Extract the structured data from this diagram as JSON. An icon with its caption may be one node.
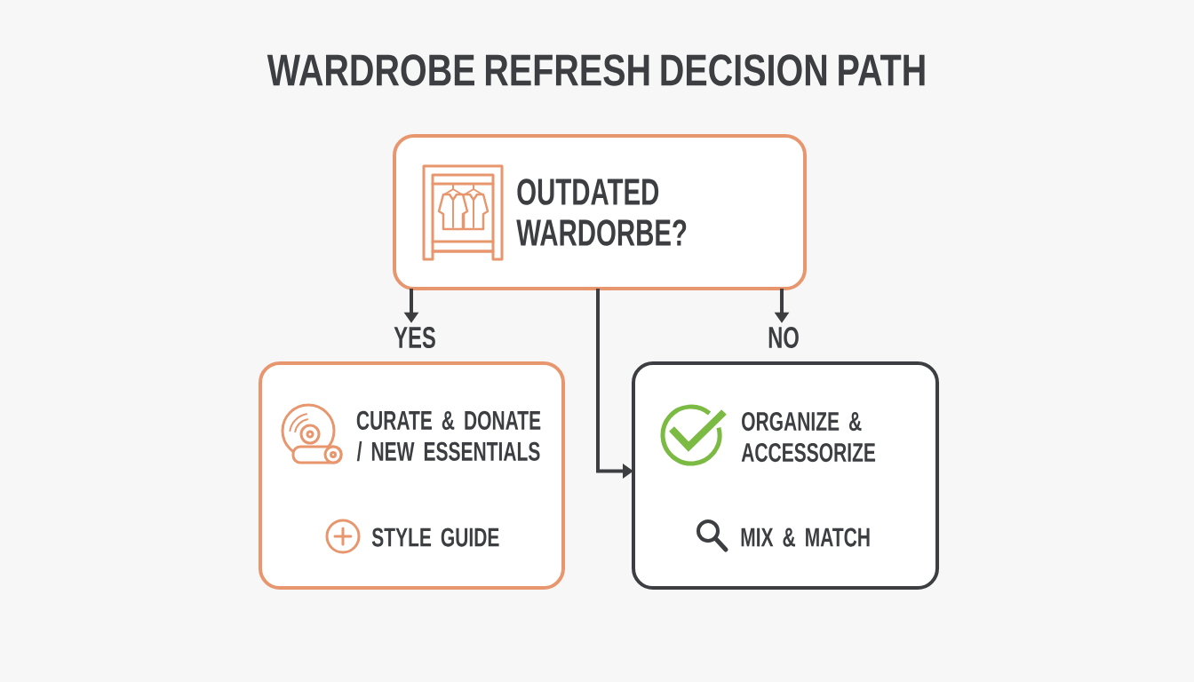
{
  "diagram": {
    "title": "WARDROBE REFRESH DECISION PATH",
    "nodes": [
      {
        "text": [
          "OUTDATED WARDORBE?"
        ]
      },
      {
        "text": [
          "YES"
        ]
      },
      {
        "text": [
          "NO"
        ]
      },
      {
        "text": [
          "CURATE & DONATE / NEW ESSENTIALS",
          "STYLE GUIDE"
        ]
      },
      {
        "text": [
          "ORGANIZE & ACCESSORIZE",
          "MIX & MATCH"
        ]
      }
    ],
    "edges": [
      {
        "from": 0,
        "to": 1,
        "arrow": "to"
      },
      {
        "from": 0,
        "to": 2,
        "arrow": "to"
      },
      {
        "from": 0,
        "to": 4,
        "arrow": "to"
      }
    ]
  }
}
